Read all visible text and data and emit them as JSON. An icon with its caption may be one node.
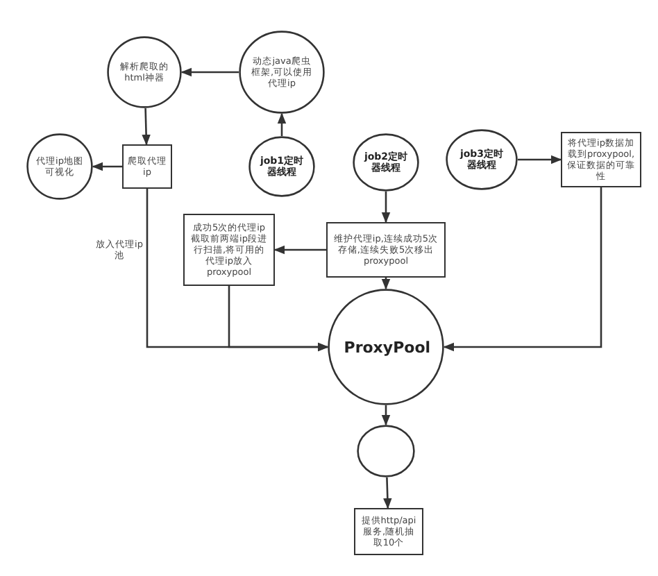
{
  "diagram": {
    "nodes": [
      {
        "text": [
          "动态java爬虫框架,可以使用代理ip"
        ]
      },
      {
        "text": [
          "解析爬取的html神器"
        ]
      },
      {
        "text": [
          "爬取代理ip"
        ]
      },
      {
        "text": [
          "代理ip地图可视化"
        ]
      },
      {
        "text": [
          "job1定时器线程"
        ]
      },
      {
        "text": [
          "job2定时器线程"
        ]
      },
      {
        "text": [
          "job3定时器线程"
        ]
      },
      {
        "text": [
          "成功5次的代理ip截取前两端ip段进行扫描,将可用的代理ip放入proxypool"
        ]
      },
      {
        "text": [
          "维护代理ip,连续成功5次存储,连续失败5次移出proxypool"
        ]
      },
      {
        "text": [
          "将代理ip数据加载到proxypool,保证数据的可靠性"
        ]
      },
      {
        "text": [
          "ProxyPool"
        ]
      },
      {
        "text": [],
        "shape": "circle"
      },
      {
        "text": [
          "提供http/api服务,随机抽取10个"
        ]
      }
    ],
    "edges": [
      {
        "from": 0,
        "to": 1,
        "arrow": "to"
      },
      {
        "from": 4,
        "to": 0,
        "arrow": "to"
      },
      {
        "from": 1,
        "to": 2,
        "arrow": "to"
      },
      {
        "from": 2,
        "to": 3,
        "arrow": "to"
      },
      {
        "from": 2,
        "to": 10,
        "arrow": "to",
        "label": "放入代理ip池"
      },
      {
        "from": 8,
        "to": 7,
        "arrow": "to"
      },
      {
        "from": 7,
        "to": 10,
        "arrow": "to"
      },
      {
        "from": 5,
        "to": 8,
        "arrow": "to"
      },
      {
        "from": 8,
        "to": 10,
        "arrow": "to"
      },
      {
        "from": 6,
        "to": 9,
        "arrow": "to"
      },
      {
        "from": 9,
        "to": 10,
        "arrow": "to"
      },
      {
        "from": 10,
        "to": 11,
        "arrow": "to"
      },
      {
        "from": 11,
        "to": 12,
        "arrow": "to"
      }
    ]
  }
}
